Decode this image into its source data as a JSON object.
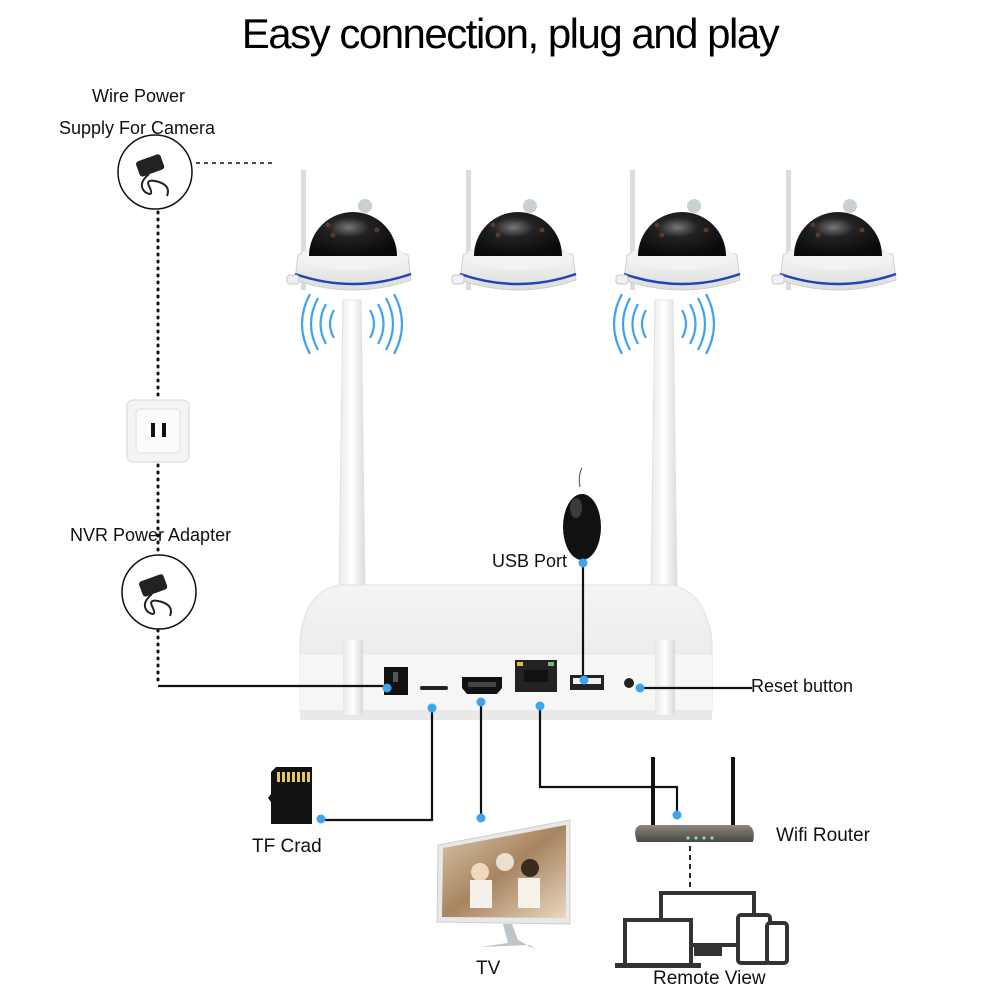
{
  "title": "Easy connection, plug and play",
  "labels": {
    "wire_power_line1": "Wire Power",
    "wire_power_line2": "Supply For Camera",
    "nvr_power_adapter": "NVR Power Adapter",
    "usb_port": "USB Port",
    "reset_button": "Reset button",
    "tf_card": "TF Crad",
    "tv": "TV",
    "wifi_router": "Wifi Router",
    "remote_view": "Remote View"
  },
  "devices": {
    "cameras": [
      {
        "name": "camera-1",
        "wifi_signal": true
      },
      {
        "name": "camera-2",
        "wifi_signal": false
      },
      {
        "name": "camera-3",
        "wifi_signal": true
      },
      {
        "name": "camera-4",
        "wifi_signal": false
      }
    ],
    "nvr_ports": [
      "dc-power",
      "tf-card-slot",
      "hdmi",
      "ethernet-rj45",
      "usb",
      "reset"
    ],
    "remote_devices": [
      "laptop",
      "desktop-monitor",
      "tablet",
      "smartphone"
    ]
  },
  "colors": {
    "connector_dot": "#3fa4ec",
    "wifi_waves": "#3fa4ec",
    "camera_ring": "#2342b8",
    "lines": "#111111"
  }
}
